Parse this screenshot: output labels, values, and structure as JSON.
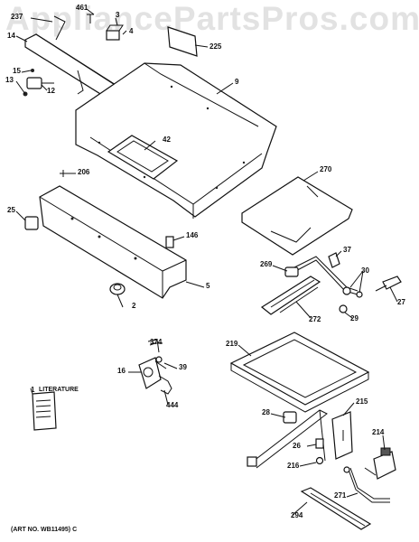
{
  "watermark": "AppliancePartsPros.com",
  "art_number": "(ART NO. WB11495) C",
  "literature_label": "LITERATURE",
  "part_labels": {
    "p237": "237",
    "p461": "461",
    "p3": "3",
    "p4": "4",
    "p14": "14",
    "p225": "225",
    "p15": "15",
    "p13": "13",
    "p12": "12",
    "p9": "9",
    "p42": "42",
    "p206": "206",
    "p270": "270",
    "p25": "25",
    "p146": "146",
    "p37": "37",
    "p269": "269",
    "p30": "30",
    "p5": "5",
    "p27": "27",
    "p2": "2",
    "p272": "272",
    "p29": "29",
    "p374": "374",
    "p219": "219",
    "p16": "16",
    "p39": "39",
    "p444": "444",
    "p1": "1",
    "p215": "215",
    "p28": "28",
    "p214": "214",
    "p26": "26",
    "p216": "216",
    "p271": "271",
    "p294": "294"
  }
}
